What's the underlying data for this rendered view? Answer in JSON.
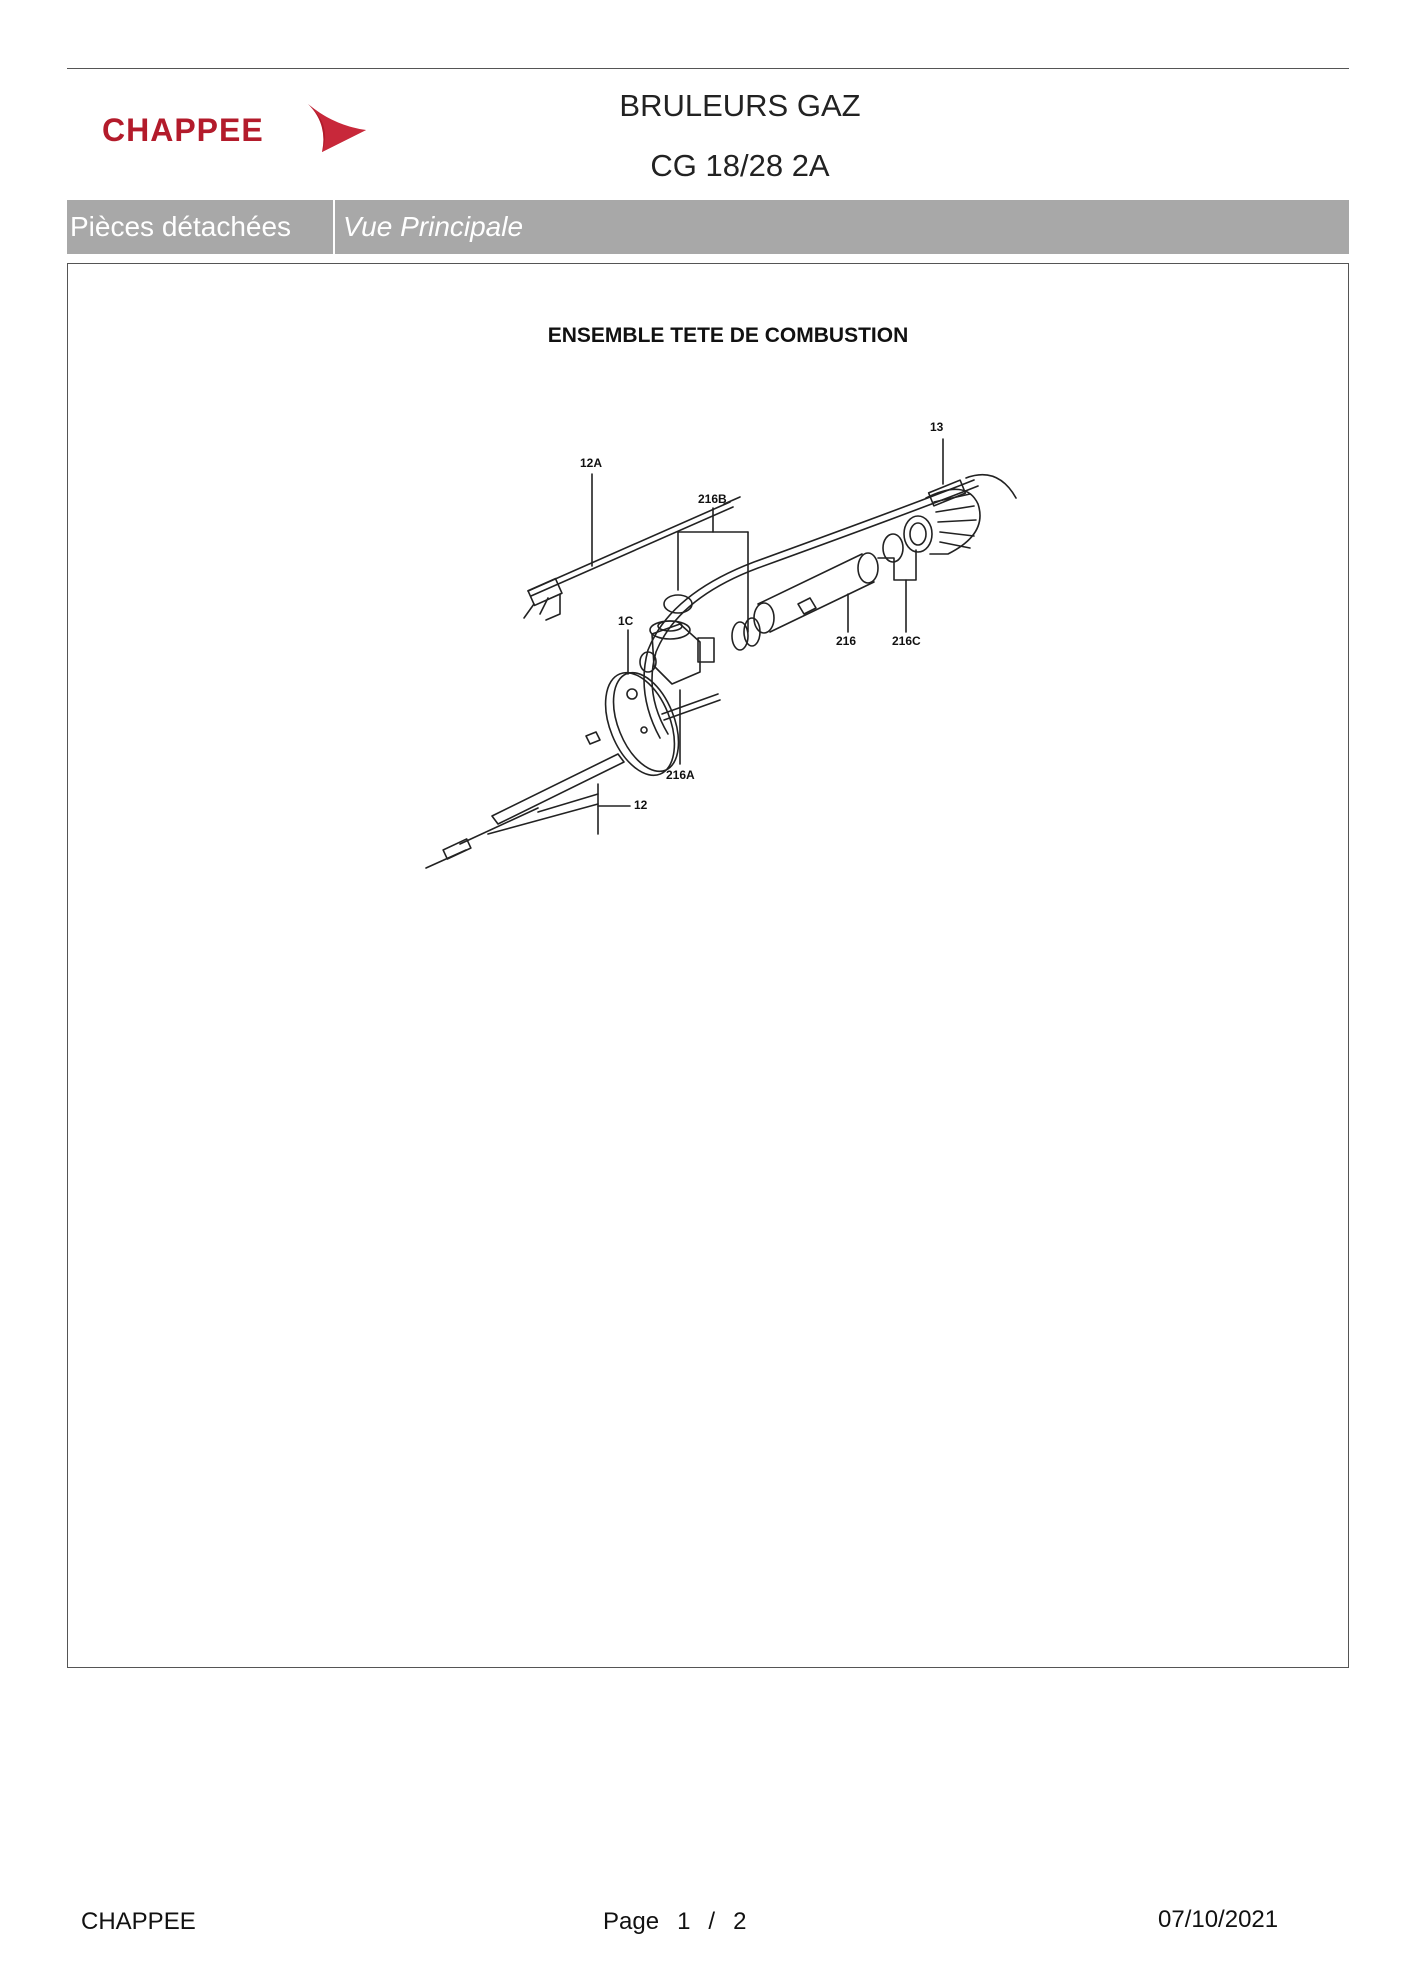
{
  "header": {
    "brand": "CHAPPEE",
    "title": "BRULEURS GAZ",
    "subtitle": "CG 18/28 2A"
  },
  "band": {
    "section": "Pièces détachées",
    "view": "Vue Principale"
  },
  "diagram": {
    "title": "ENSEMBLE TETE DE COMBUSTION",
    "callouts": {
      "c13": "13",
      "c12A": "12A",
      "c216B": "216B",
      "c1C": "1C",
      "c216": "216",
      "c216C": "216C",
      "c216A": "216A",
      "c12": "12"
    }
  },
  "footer": {
    "brand": "CHAPPEE",
    "page_label": "Page",
    "page_current": "1",
    "page_sep": "/",
    "page_total": "2",
    "date": "07/10/2021"
  },
  "colors": {
    "brand_red": "#b31b2b",
    "band_gray": "#a8a8a8"
  }
}
